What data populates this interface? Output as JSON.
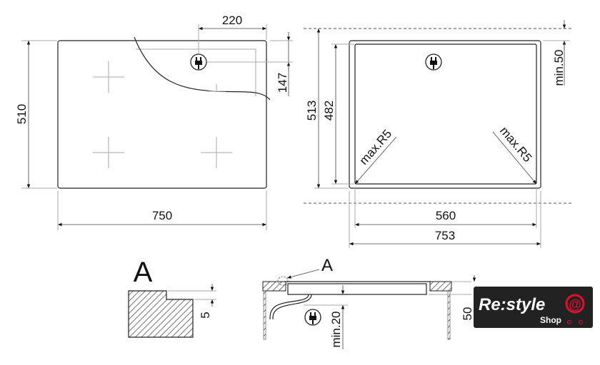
{
  "top_view": {
    "width": "750",
    "depth": "510",
    "plug_x": "220",
    "plug_y": "147"
  },
  "cutout": {
    "outer_height": "513",
    "inner_height": "482",
    "min_gap": "min.50",
    "radius_left": "max.R5",
    "radius_right": "max.R5",
    "inner_width": "560",
    "outer_width": "753"
  },
  "detail": {
    "label": "A",
    "step": "5"
  },
  "section": {
    "label": "A",
    "min_clearance": "min.20",
    "depth": "50"
  },
  "logo": {
    "brand": "Re:style",
    "sub": "Shop",
    "bg": "#222222",
    "accent": "#e0102c"
  }
}
